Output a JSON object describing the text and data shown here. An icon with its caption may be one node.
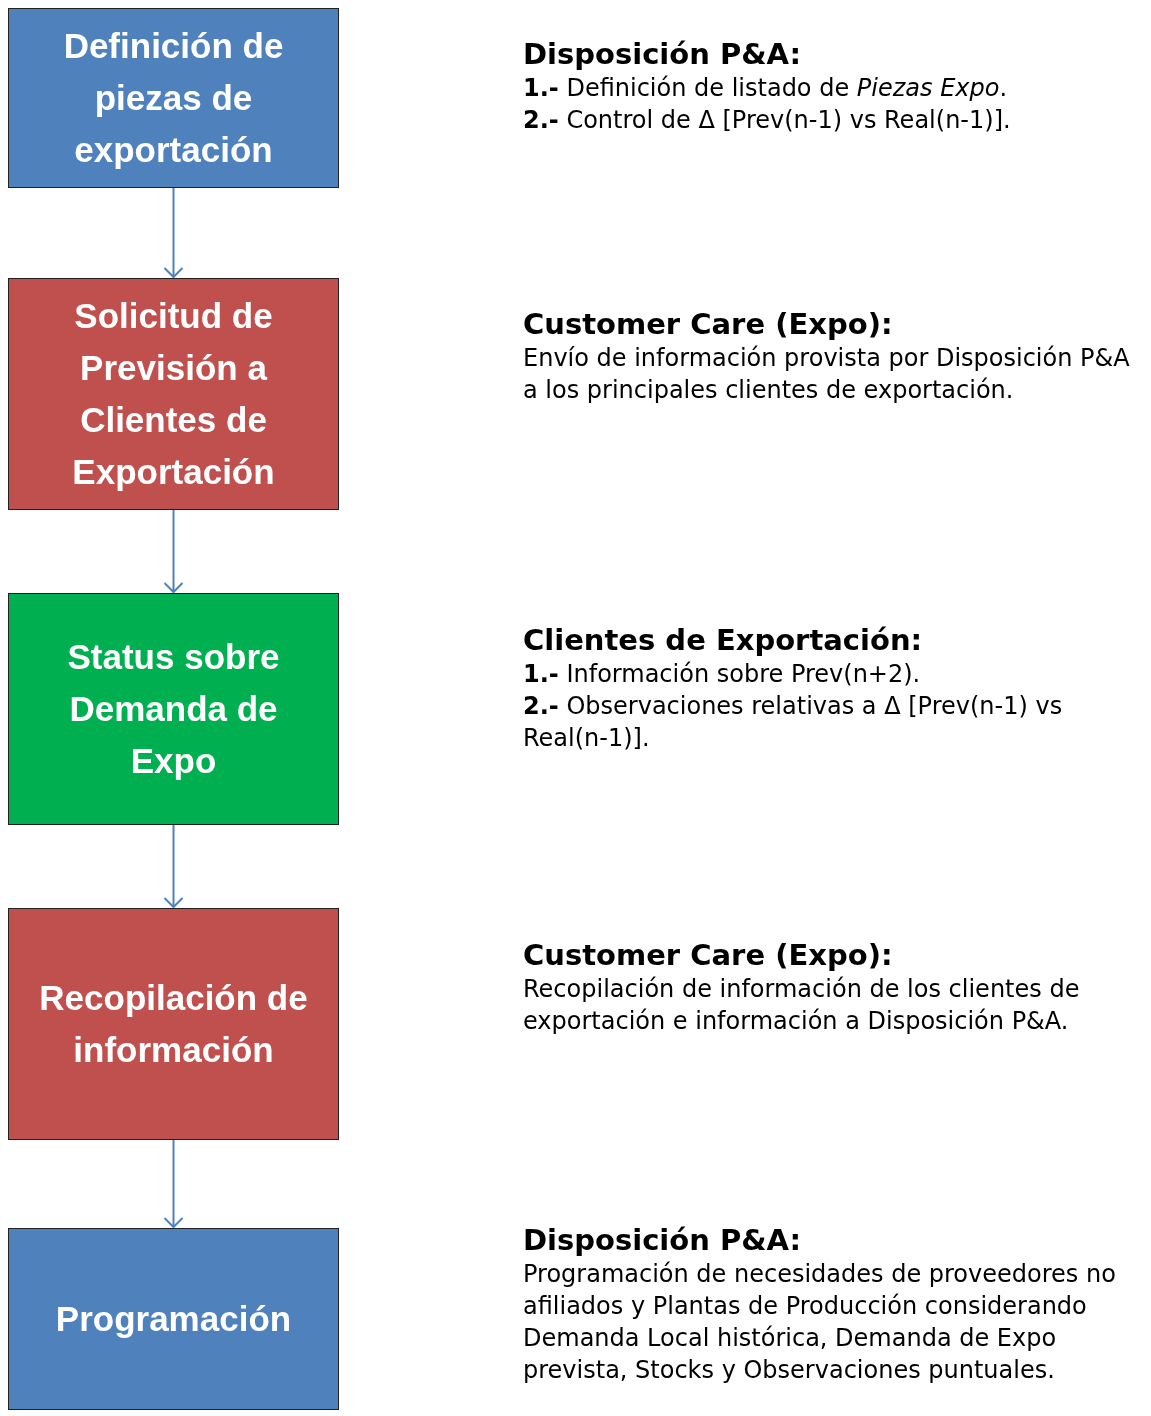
{
  "diagram": {
    "nodes": [
      {
        "text": [
          "Definición de piezas de exportación"
        ],
        "beside": [
          "Disposición P&A:",
          "**1.-** Definición de listado de *Piezas Expo*.",
          "**2.-** Control de Δ [Prev(n-1) vs Real(n-1)]."
        ]
      },
      {
        "text": [
          "Solicitud de Previsión a Clientes de Exportación"
        ],
        "beside": [
          "Customer Care (Expo):",
          "Envío de información provista por Disposición P&A a los principales clientes de exportación."
        ]
      },
      {
        "text": [
          "Status sobre Demanda de Expo"
        ],
        "beside": [
          "Clientes de Exportación:",
          "**1.-** Información sobre Prev(n+2).",
          "**2.-** Observaciones relativas a Δ [Prev(n-1) vs Real(n-1)]."
        ]
      },
      {
        "text": [
          "Recopilación de información"
        ],
        "beside": [
          "Customer Care (Expo):",
          "Recopilación de información de los clientes de exportación e información a Disposición P&A."
        ]
      },
      {
        "text": [
          "Programación"
        ],
        "beside": [
          "Disposición P&A:",
          "Programación de necesidades de proveedores no afiliados y Plantas de Producción considerando Demanda Local histórica, Demanda de Expo prevista, Stocks y Observaciones puntuales."
        ]
      }
    ],
    "edges": [
      {
        "from": 0,
        "to": 1,
        "arrow": "to"
      },
      {
        "from": 1,
        "to": 2,
        "arrow": "to"
      },
      {
        "from": 2,
        "to": 3,
        "arrow": "to"
      },
      {
        "from": 3,
        "to": 4,
        "arrow": "to"
      }
    ]
  }
}
